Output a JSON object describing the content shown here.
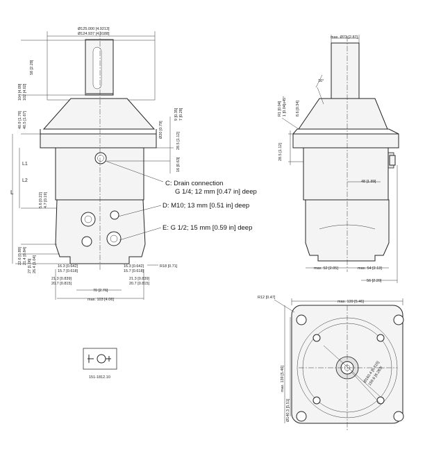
{
  "callouts": {
    "c_line1": "C:  Drain connection",
    "c_line2": "G 1/4; 12 mm [0.47 in] deep",
    "d": "D:  M10; 13 mm [0.51 in] deep",
    "e": "E:  G 1/2; 15 mm [0.59 in] deep"
  },
  "front_view": {
    "flange_dia_top": "Ø125.000 [4.9213]",
    "flange_dia_bottom": "Ø124.937 [4.9188]",
    "shaft_len": "58 [2.28]",
    "overall_top_a": "104 [4.09]",
    "overall_top_b": "102 [4.02]",
    "pilot_a": "40.9 [1.78]",
    "pilot_b": "40.5 [1.67]",
    "d20": "Ø20 [0.79]",
    "d9": "9 [0.35]",
    "d7": "7 [0.28]",
    "d285": "28.5 [1.12]",
    "d16": "16 [0.63]",
    "L": "L",
    "L1": "L1",
    "L2": "L2",
    "d56": "5.6 [0.22]",
    "d47": "4.7 [0.19]",
    "d226": "22.6 [0.89]",
    "d214": "21.4 [0.84]",
    "d270": "27 [1.06]",
    "d264": "26.4 [1.04]",
    "d163a": "16.3 [0.642]",
    "d157a": "15.7 [0.618]",
    "d163b": "16.3 [0.642]",
    "d157b": "15.7 [0.618]",
    "d213a": "21.3 [0.839]",
    "d207a": "20.7 [0.815]",
    "d213b": "21.3 [0.839]",
    "d207b": "20.7 [0.815]",
    "d70": "70 [2.76]",
    "max103": "max. 103 [4.06]",
    "r18": "R18 [0.71]"
  },
  "side_view": {
    "max73": "max. Ø73 [2.87]",
    "ang16": "16°",
    "r1": "R1 [0.04]",
    "ch1": "1 [0.04]x45°",
    "d85": "8.6 [0.34]",
    "d285": "28.5 [1.12]",
    "d48": "48 [1.89]",
    "max52": "max. 52 [2.05]",
    "max54": "max. 54 [2.13]",
    "d56": "56 [2.20]"
  },
  "bottom_view": {
    "r12": "R12 [0.47]",
    "max139h": "max. 139 [5.46]",
    "max139v": "max. 139 [5.46]",
    "d1604a": "Ø160.4 [6.315]",
    "d1596": "159.6 [6.283]",
    "d1403": "Ø140.3 [5.51]"
  },
  "symbol": {
    "code": "151-1812.10"
  }
}
